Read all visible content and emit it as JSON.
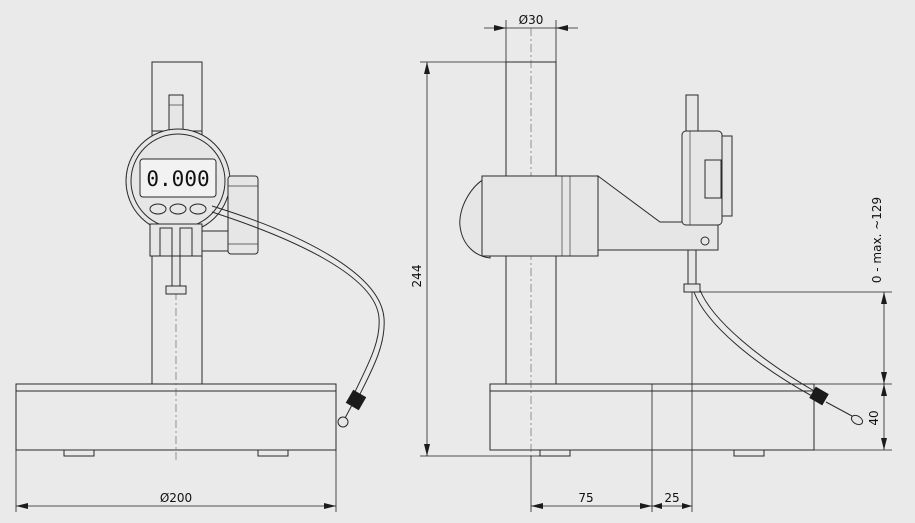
{
  "display": {
    "reading": "0.000"
  },
  "dimensions": {
    "column_diameter": "Ø30",
    "base_diameter": "Ø200",
    "overall_height": "244",
    "offset_75": "75",
    "offset_25": "25",
    "base_height": "40",
    "measuring_range": "0 - max. ~129"
  }
}
